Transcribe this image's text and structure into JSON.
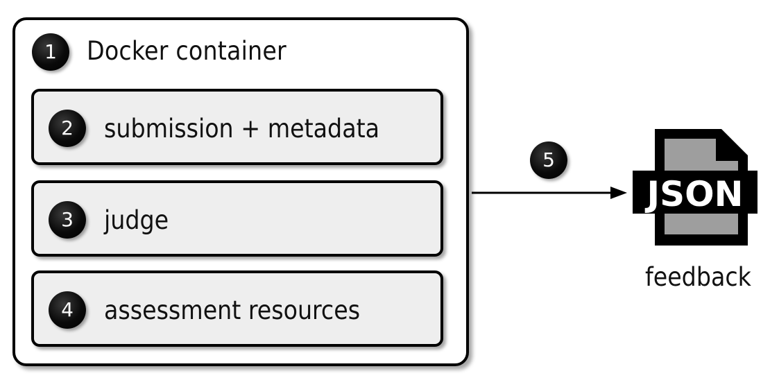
{
  "steps": {
    "container": {
      "number": "1",
      "label": "Docker container"
    },
    "submission": {
      "number": "2",
      "label": "submission + metadata"
    },
    "judge": {
      "number": "3",
      "label": "judge"
    },
    "resources": {
      "number": "4",
      "label": "assessment resources"
    },
    "output": {
      "number": "5"
    }
  },
  "output_file": {
    "icon_text": "JSON",
    "label": "feedback"
  },
  "colors": {
    "ink": "#000000",
    "box_fill": "#eeeeee",
    "icon_stripe": "#9e9e9e"
  }
}
